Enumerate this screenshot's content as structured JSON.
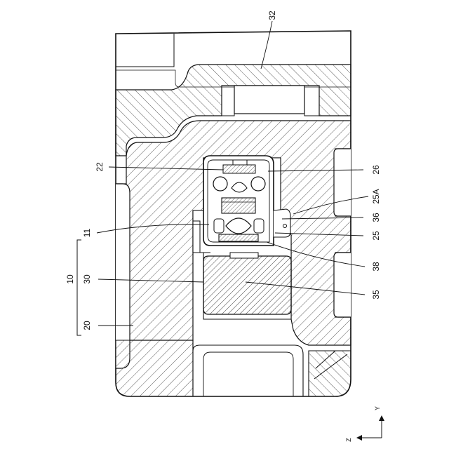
{
  "labels": {
    "l32": "32",
    "l22": "22",
    "l26": "26",
    "l25a": "25A",
    "l36": "36",
    "l25": "25",
    "l11": "11",
    "l38": "38",
    "l10": "10",
    "l30": "30",
    "l35": "35",
    "l20": "20"
  },
  "axes": {
    "y": "Y",
    "z": "Z"
  },
  "colors": {
    "line": "#111111",
    "hatch": "#333333",
    "background": "#ffffff"
  }
}
